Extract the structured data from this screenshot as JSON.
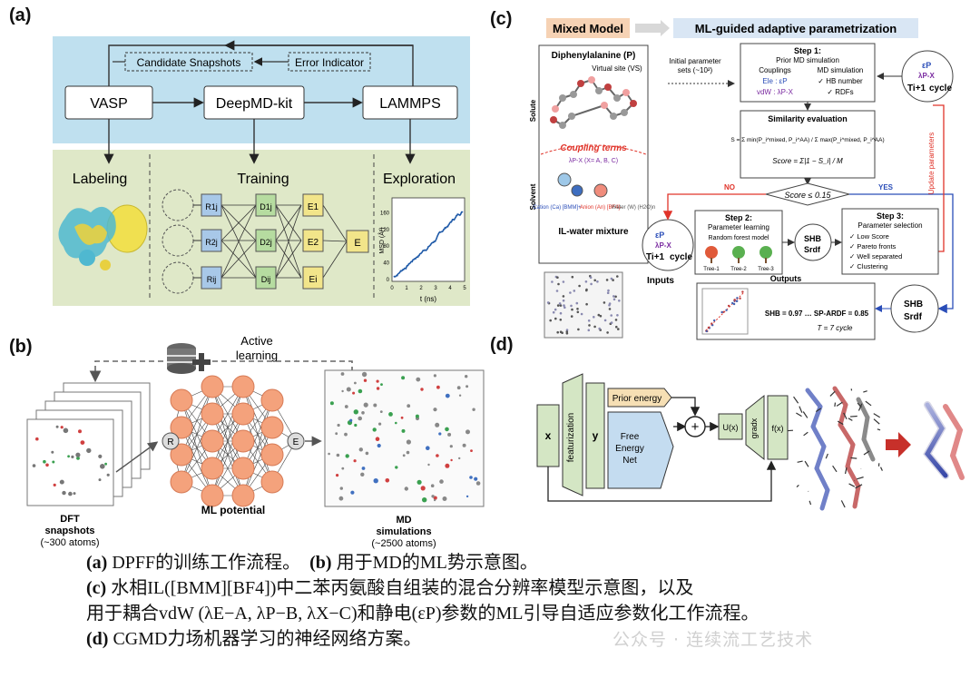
{
  "panel_a": {
    "label": "(a)",
    "candidate": "Candidate Snapshots",
    "error": "Error Indicator",
    "vasp": "VASP",
    "deepmd": "DeepMD-kit",
    "lammps": "LAMMPS",
    "labeling": "Labeling",
    "training": "Training",
    "exploration": "Exploration",
    "nodes_r": [
      "R1j",
      "R2j",
      "Rij"
    ],
    "nodes_d": [
      "D1j",
      "D2j",
      "Dij"
    ],
    "nodes_e": [
      "E1",
      "E2",
      "Ei"
    ],
    "node_out": "E",
    "plot_xlabel": "t (ns)",
    "plot_ylabel": "MSD (Å²)",
    "plot_xticks": [
      "0",
      "1",
      "2",
      "3",
      "4",
      "5"
    ],
    "plot_yticks": [
      "0",
      "40",
      "80",
      "120",
      "160"
    ],
    "colors": {
      "top_band": "#bfe0ef",
      "bottom_band": "#dfe8c8",
      "r_node": "#a8c8e8",
      "d_node": "#b6dca0",
      "e_node": "#f2e58a",
      "curve": "#1f5aa8"
    }
  },
  "panel_b": {
    "label": "(b)",
    "active": "Active",
    "learning": "learning",
    "dft1": "DFT",
    "dft2": "snapshots",
    "dft3": "(~300 atoms)",
    "mlp": "ML potential",
    "md1": "MD",
    "md2": "simulations",
    "md3": "(~2500 atoms)",
    "node_r": "R",
    "node_e": "E",
    "colors": {
      "neuron": "#f4a27c",
      "neuron_stroke": "#d67a55"
    }
  },
  "panel_c": {
    "label": "(c)",
    "mixed": "Mixed Model",
    "mlguided": "ML-guided adaptive parametrization",
    "dipe": "Diphenylalanine (P)",
    "virtual": "Virtual site (VS)",
    "solute": "Solute",
    "solvent": "Solvent",
    "coupling": "Coupling terms",
    "coupling_sub": "λP-X (X= A, B, C)",
    "cation": "Cation (Ca) [BMM]+",
    "anion": "Anion (An) [BF4]-",
    "water": "Water (W) (H2O)n",
    "ilwater": "IL-water mixture",
    "inputs": "Inputs",
    "init1": "Initial parameter",
    "init2": "sets (~10²)",
    "step1": "Step 1:",
    "step1b": "Prior MD simulation",
    "couplings": "Couplings",
    "mdsim": "MD simulation",
    "ele": "Ele : εP",
    "vdw": "vdW : λP-X",
    "hb": "✓ HB number",
    "rdf": "✓ RDFs",
    "simeval": "Similarity evaluation",
    "s_formula": "S = Σ min(P_i^mixed, P_i^AA) / Σ max(P_i^mixed, P_i^AA)",
    "score_formula": "Score = Σ|1 − S_i| / M",
    "score_cond": "Score ≤ 0.15",
    "no": "NO",
    "yes": "YES",
    "update": "Update parameters",
    "step2": "Step 2:",
    "step2b": "Parameter learning",
    "rf": "Random forest model",
    "trees": [
      "Tree-1",
      "Tree-2",
      "Tree-3"
    ],
    "step3": "Step 3:",
    "step3b": "Parameter selection",
    "sel": [
      "✓ Low Score",
      "✓ Pareto fronts",
      "✓ Well separated",
      "✓ Clustering"
    ],
    "shb": "SHB",
    "srdf": "Srdf",
    "cycle": "cycle",
    "eps": "εP",
    "lam": "λP-X",
    "ti1": "Ti+1",
    "outputs": "Outputs",
    "out_text": "SHB = 0.97 … SP-ARDF = 0.85",
    "out_cycle": "T = 7 cycle",
    "colors": {
      "mixed_bg": "#f6d2b4",
      "ml_bg": "#d9e6f4",
      "red": "#e0342a",
      "blue": "#2a4db8",
      "purple": "#7a2aa0"
    }
  },
  "panel_d": {
    "label": "(d)",
    "x": "x",
    "feat": "featurization",
    "y": "y",
    "prior": "Prior energy",
    "free1": "Free",
    "free2": "Energy",
    "free3": "Net",
    "plus": "+",
    "ux": "U(x)",
    "grad": "gradx",
    "fx": "f(x)",
    "colors": {
      "box": "#d4e6c4",
      "prior": "#f6dfb4",
      "freenet": "#c4dcf0"
    }
  },
  "caption": {
    "a_tag": "(a)",
    "a_text": " DPFF的训练工作流程。",
    "b_tag": "(b)",
    "b_text": " 用于MD的ML势示意图。",
    "c_tag": "(c)",
    "c_text1": " 水相IL([BMM][BF4])中二苯丙氨酸自组装的混合分辨率模型示意图，以及",
    "c_text2": "用于耦合vdW (λE−A, λP−B, λX−C)和静电(εP)参数的ML引导自适应参数化工作流程。",
    "d_tag": "(d)",
    "d_text": " CGMD力场机器学习的神经网络方案。"
  },
  "watermark": "公众号 · 连续流工艺技术"
}
